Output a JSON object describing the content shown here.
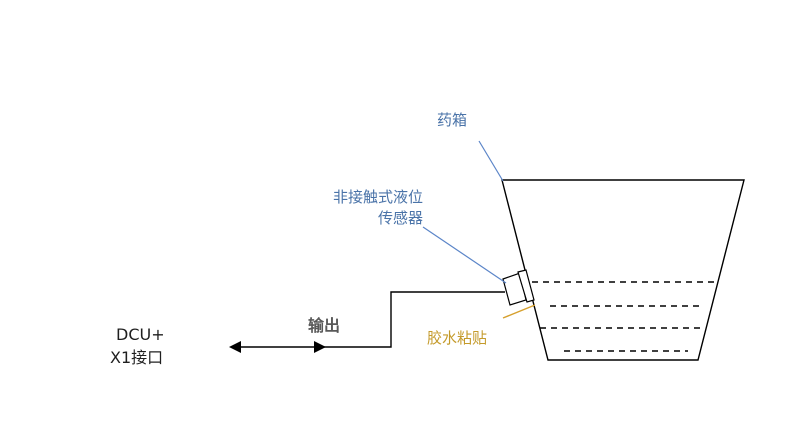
{
  "labels": {
    "tank": "药箱",
    "sensor_line1": "非接触式液位",
    "sensor_line2": "传感器",
    "glue": "胶水粘贴",
    "output": "输出",
    "connector_line1": "DCU+",
    "connector_line2": "X1接口"
  },
  "colors": {
    "blue_text": "#4a73a8",
    "blue_leader": "#5b85c8",
    "gold_text": "#c49a2a",
    "gold_leader": "#d6a02e",
    "line": "#000000",
    "output_text": "#595959"
  }
}
